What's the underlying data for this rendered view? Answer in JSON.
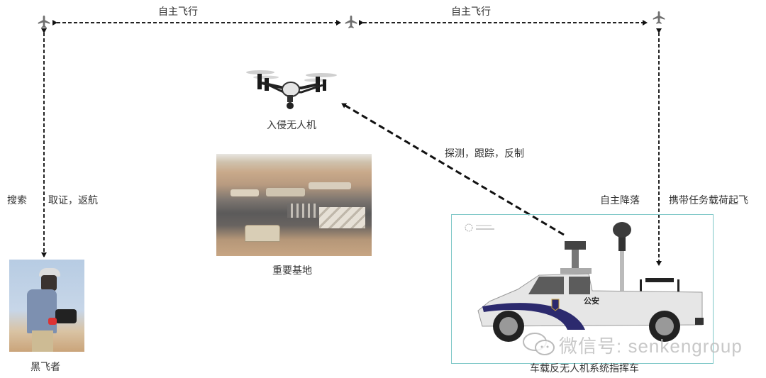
{
  "flight_path": {
    "segment_left_label": "自主飞行",
    "segment_right_label": "自主飞行",
    "waypoint_icon": "airplane-icon",
    "icon_color": "#6e6e6e"
  },
  "nodes": {
    "intruder_drone": {
      "label": "入侵无人机"
    },
    "important_base": {
      "label": "重要基地"
    },
    "black_flyer": {
      "label": "黑飞者"
    },
    "command_vehicle": {
      "label": "车载反无人机系统指挥车",
      "door_text": "公安",
      "frame_color": "#7fc8c8"
    }
  },
  "edges": {
    "search_label": "搜索",
    "evidence_return_label": "取证，返航",
    "detect_label": "探测，跟踪，反制",
    "auto_land_label": "自主降落",
    "takeoff_label": "携带任务载荷起飞"
  },
  "watermark": {
    "text": "微信号: senkengroup",
    "icon": "wechat-icon"
  }
}
